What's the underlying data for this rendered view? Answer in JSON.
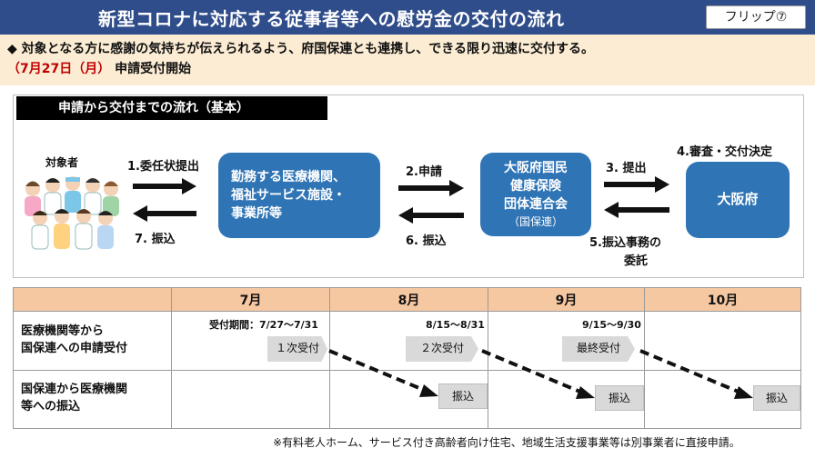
{
  "header": {
    "title": "新型コロナに対応する従事者等への慰労金の交付の流れ",
    "badge": "フリップ⑦"
  },
  "intro": {
    "line1": "◆ 対象となる方に感謝の気持ちが伝えられるよう、府国保連とも連携し、できる限り迅速に交付する。",
    "date": "（7月27日（月）",
    "date_suffix": " 申請受付開始"
  },
  "flow": {
    "heading": "申請から交付までの流れ（基本）",
    "person_label": "対象者",
    "steps": {
      "s1": "1.委任状提出",
      "s7": "7. 振込",
      "s2": "2.申請",
      "s6": "6. 振込",
      "s3": "3. 提出",
      "s5a": "5.振込事務の",
      "s5b": "委託",
      "s4": "4.審査・交付決定"
    },
    "nodes": {
      "medical_l1": "勤務する医療機関、",
      "medical_l2": "福祉サービス施設・",
      "medical_l3": "事業所等",
      "kokuho_l1": "大阪府国民",
      "kokuho_l2": "健康保険",
      "kokuho_l3": "団体連合会",
      "kokuho_sub": "（国保連）",
      "osaka": "大阪府"
    },
    "colors": {
      "node": "#2f74b5",
      "title_bar": "#2f4d8a",
      "header_row": "#f6c8a2",
      "intro_bg": "#fbecd3",
      "highlight": "#c00000"
    }
  },
  "schedule": {
    "months": [
      "7月",
      "8月",
      "9月",
      "10月"
    ],
    "row1_l1": "医療機関等から",
    "row1_l2": "国保連への申請受付",
    "row2_l1": "国保連から医療機関",
    "row2_l2": "等への振込",
    "period1": "受付期間：7/27〜7/31",
    "period2": "8/15〜8/31",
    "period3": "9/15〜9/30",
    "tag1": "１次受付",
    "tag2": "２次受付",
    "tag3": "最終受付",
    "pay": "振込"
  },
  "footnote": "※有料老人ホーム、サービス付き高齢者向け住宅、地域生活支援事業等は別事業者に直接申請。"
}
